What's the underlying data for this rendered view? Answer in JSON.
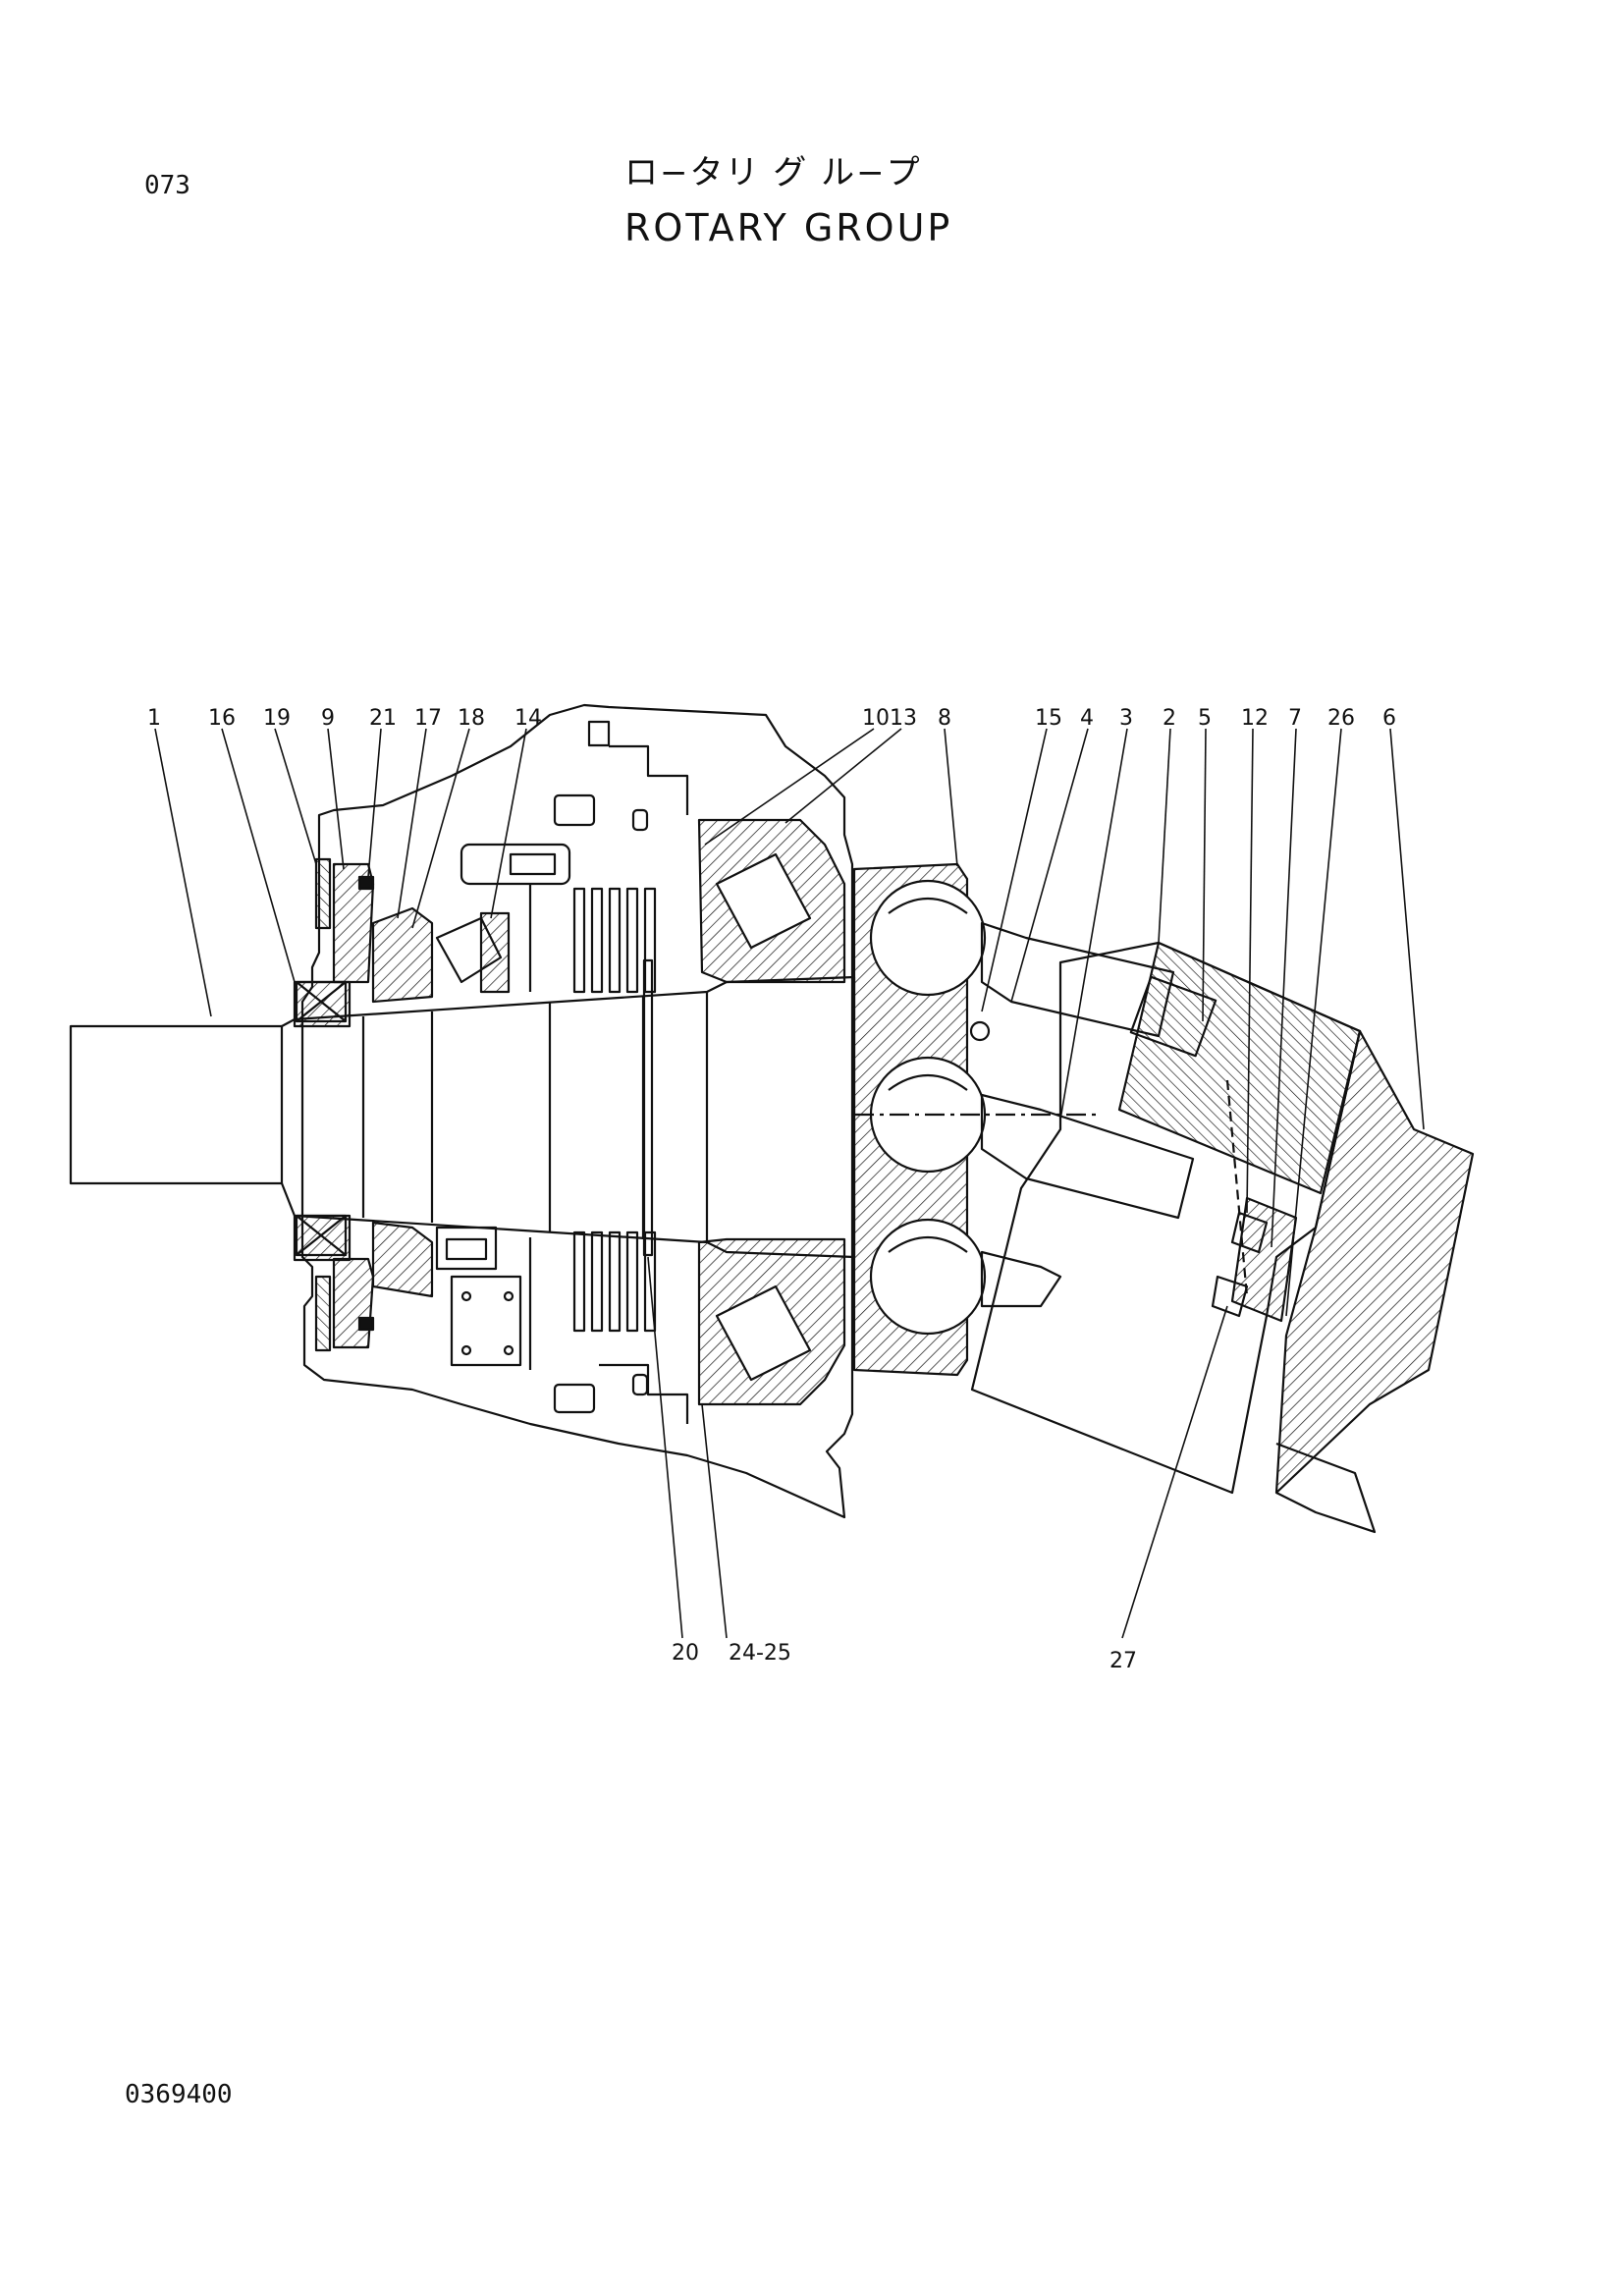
{
  "page": {
    "number": "073",
    "title_jp": "ロ−タリ グ ル−プ",
    "title_en": "ROTARY GROUP",
    "drawing_code": "0369400"
  },
  "callouts": [
    {
      "id": "c-1",
      "label": "1"
    },
    {
      "id": "c-16",
      "label": "16"
    },
    {
      "id": "c-19",
      "label": "19"
    },
    {
      "id": "c-9",
      "label": "9"
    },
    {
      "id": "c-21",
      "label": "21"
    },
    {
      "id": "c-17",
      "label": "17"
    },
    {
      "id": "c-18",
      "label": "18"
    },
    {
      "id": "c-14",
      "label": "14"
    },
    {
      "id": "c-10",
      "label": "10"
    },
    {
      "id": "c-13",
      "label": "13"
    },
    {
      "id": "c-8",
      "label": "8"
    },
    {
      "id": "c-15",
      "label": "15"
    },
    {
      "id": "c-4",
      "label": "4"
    },
    {
      "id": "c-3",
      "label": "3"
    },
    {
      "id": "c-2",
      "label": "2"
    },
    {
      "id": "c-5",
      "label": "5"
    },
    {
      "id": "c-12",
      "label": "12"
    },
    {
      "id": "c-7",
      "label": "7"
    },
    {
      "id": "c-26",
      "label": "26"
    },
    {
      "id": "c-6",
      "label": "6"
    },
    {
      "id": "c-20",
      "label": "20"
    },
    {
      "id": "c-24-25",
      "label": "24-25"
    },
    {
      "id": "c-27",
      "label": "27"
    }
  ]
}
